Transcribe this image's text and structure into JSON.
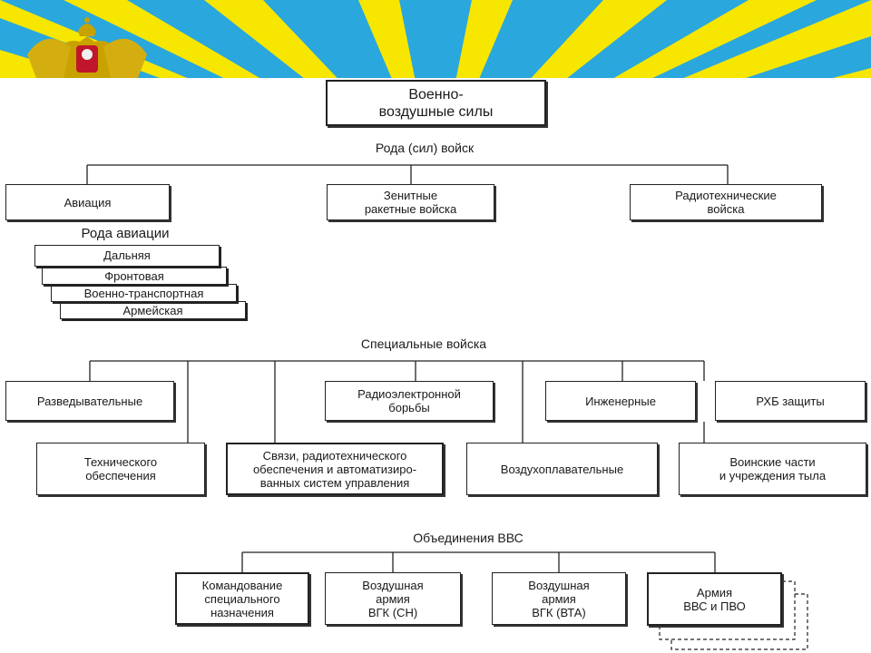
{
  "root": "Военно-\nвоздушные силы",
  "sections": {
    "branches": "Рода (сил) войск",
    "aviation_types": "Рода авиации",
    "special_troops": "Специальные войска",
    "formations": "Объединения ВВС"
  },
  "branches": [
    "Авиация",
    "Зенитные\nракетные войска",
    "Радиотехнические\nвойска"
  ],
  "aviation_types": [
    "Дальняя",
    "Фронтовая",
    "Военно-транспортная",
    "Армейская"
  ],
  "special_troops_row1": [
    "Разведывательные",
    "Радиоэлектронной\nборьбы",
    "Инженерные",
    "РХБ защиты"
  ],
  "special_troops_row2": [
    "Технического\nобеспечения",
    "Связи, радиотехнического\nобеспечения и автоматизиро-\nванных систем управления",
    "Воздухоплавательные",
    "Воинские части\nи учреждения тыла"
  ],
  "formations": [
    "Командование\nспециального\nназначения",
    "Воздушная\nармия\nВГК (СН)",
    "Воздушная\nармия\nВГК (ВТА)",
    "Армия\nВВС и ПВО"
  ],
  "colors": {
    "sky_blue": "#2aa7dc",
    "sun_yellow": "#f7e600",
    "emblem": "#c8a200"
  },
  "icons": {
    "emblem": "double-headed-eagle-emblem-icon"
  }
}
